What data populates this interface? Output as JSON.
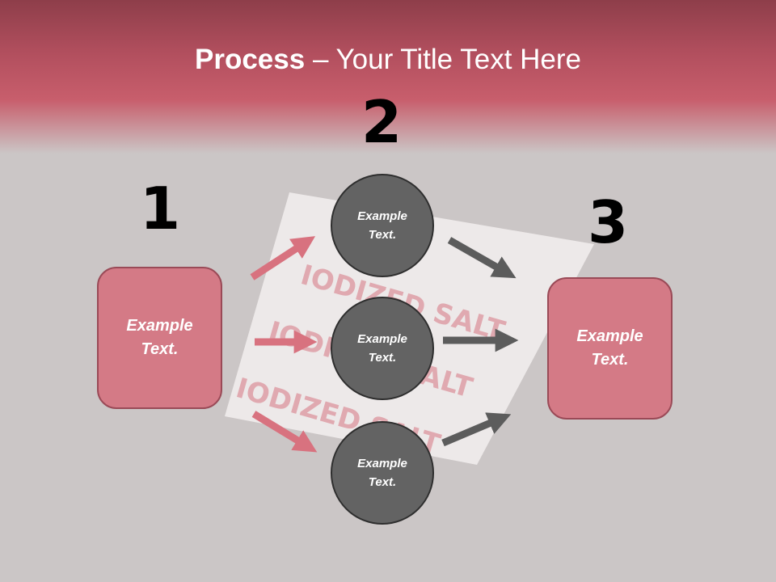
{
  "slide": {
    "title_bold": "Process",
    "title_rest": " – Your Title Text Here"
  },
  "stages": {
    "one": "1",
    "two": "2",
    "three": "3"
  },
  "left_box": {
    "text": "Example\nText."
  },
  "right_box": {
    "text": "Example\nText."
  },
  "circles": [
    {
      "text": "Example\nText."
    },
    {
      "text": "Example\nText."
    },
    {
      "text": "Example\nText."
    }
  ],
  "packet": {
    "label": "IODIZED SALT"
  },
  "colors": {
    "header_dark": "#8e3e4a",
    "header_mid": "#c85e6c",
    "background": "#cbc6c6",
    "box_fill": "#d47a86",
    "circle_fill": "#636363",
    "pink_arrow": "#d8727f",
    "gray_arrow": "#5c5c5c"
  }
}
